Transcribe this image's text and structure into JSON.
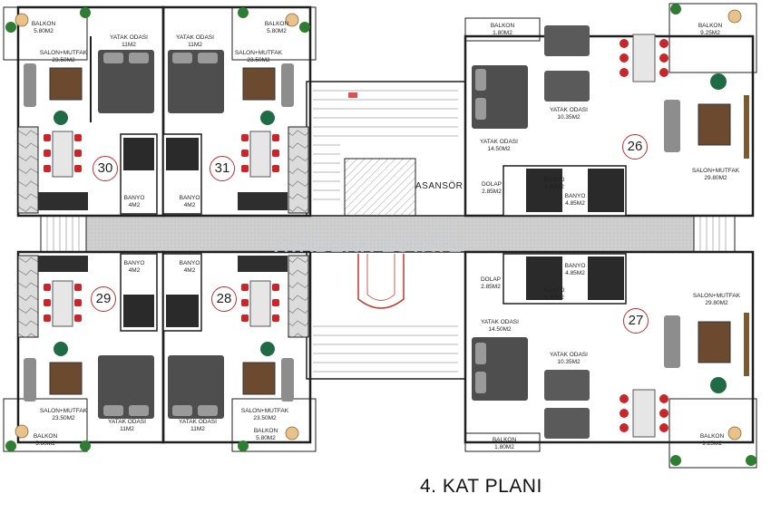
{
  "title": "4. KAT PLANI",
  "brand": "ATABERK ESTATE",
  "elevator": "ASANSÖR",
  "units": [
    {
      "number": "30"
    },
    {
      "number": "31"
    },
    {
      "number": "26"
    },
    {
      "number": "29"
    },
    {
      "number": "28"
    },
    {
      "number": "27"
    }
  ],
  "rooms": [
    {
      "name": "BALKON",
      "area": "5.80M2"
    },
    {
      "name": "SALON+MUTFAK",
      "area": "23.50M2"
    },
    {
      "name": "YATAK ODASI",
      "area": "11M2"
    },
    {
      "name": "YATAK ODASI",
      "area": "11M2"
    },
    {
      "name": "BALKON",
      "area": "5.80M2"
    },
    {
      "name": "SALON+MUTFAK",
      "area": "23.50M2"
    },
    {
      "name": "BANYO",
      "area": "4M2"
    },
    {
      "name": "BANYO",
      "area": "4M2"
    },
    {
      "name": "BALKON",
      "area": "1.80M2"
    },
    {
      "name": "YATAK ODASI",
      "area": "10.35M2"
    },
    {
      "name": "YATAK ODASI",
      "area": "14.50M2"
    },
    {
      "name": "DOLAP",
      "area": "2.85M2"
    },
    {
      "name": "BANYO",
      "area": "4.40M2"
    },
    {
      "name": "BANYO",
      "area": "4.85M2"
    },
    {
      "name": "BALKON",
      "area": "9.25M2"
    },
    {
      "name": "SALON+MUTFAK",
      "area": "29.80M2"
    },
    {
      "name": "BANYO",
      "area": "4M2"
    },
    {
      "name": "BANYO",
      "area": "4M2"
    },
    {
      "name": "SALON+MUTFAK",
      "area": "23.50M2"
    },
    {
      "name": "YATAK ODASI",
      "area": "11M2"
    },
    {
      "name": "YATAK ODASI",
      "area": "11M2"
    },
    {
      "name": "SALON+MUTFAK",
      "area": "23.50M2"
    },
    {
      "name": "BALKON",
      "area": "5.80M2"
    },
    {
      "name": "BALKON",
      "area": "5.80M2"
    },
    {
      "name": "DOLAP",
      "area": "2.85M2"
    },
    {
      "name": "BANYO",
      "area": "4.40M2"
    },
    {
      "name": "BANYO",
      "area": "4.85M2"
    },
    {
      "name": "SALON+MUTFAK",
      "area": "29.80M2"
    },
    {
      "name": "YATAK ODASI",
      "area": "14.50M2"
    },
    {
      "name": "YATAK ODASI",
      "area": "10.35M2"
    },
    {
      "name": "BALKON",
      "area": "1.80M2"
    },
    {
      "name": "BALKON",
      "area": "9.25M2"
    }
  ],
  "colors": {
    "wall": "#1f1f1f",
    "unit_badge": "#c23030",
    "chair": "#c8262a",
    "armchair": "#1f6b45",
    "bed": "#5a5a5a",
    "corridor": "#c8c8c8"
  }
}
